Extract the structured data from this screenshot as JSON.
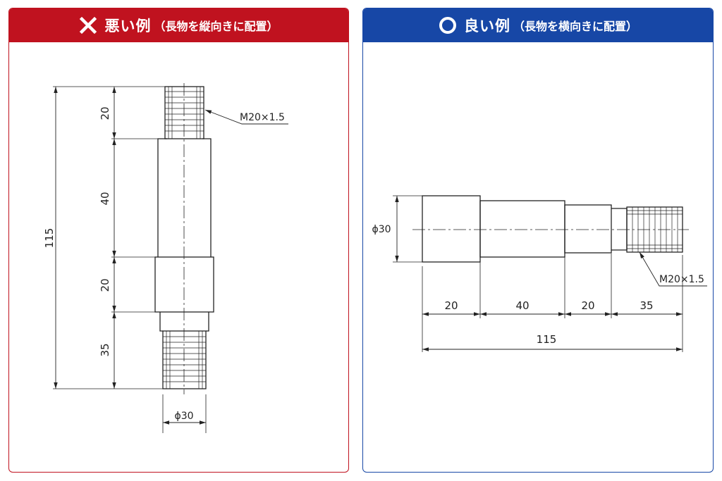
{
  "bad_panel": {
    "title": "悪い例",
    "subtitle": "（長物を縦向きに配置）",
    "accent_color": "#c0121f",
    "icon": "cross-icon",
    "dims": [
      "20",
      "40",
      "20",
      "35"
    ],
    "total": "115",
    "diameter": "ϕ30",
    "thread": "M20×1.5"
  },
  "good_panel": {
    "title": "良い例",
    "subtitle": "（長物を横向きに配置）",
    "accent_color": "#1747a6",
    "icon": "circle-icon",
    "dims": [
      "20",
      "40",
      "20",
      "35"
    ],
    "total": "115",
    "diameter": "ϕ30",
    "thread": "M20×1.5"
  }
}
